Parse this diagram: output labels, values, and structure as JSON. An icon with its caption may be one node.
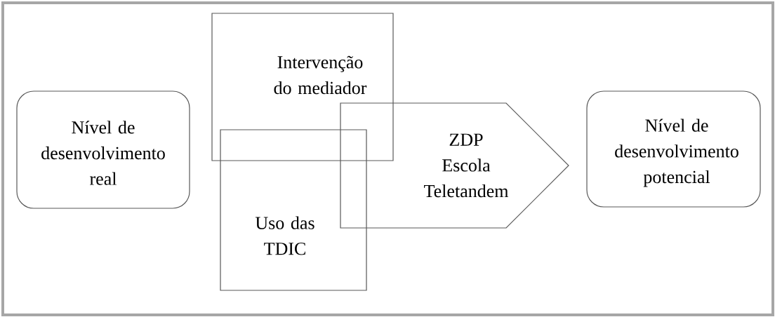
{
  "diagram": {
    "nodes": [
      {
        "text": [
          "Nível de desenvolvimento real"
        ]
      },
      {
        "text": [
          "Intervenção do mediador"
        ]
      },
      {
        "text": [
          "Uso das TDIC"
        ]
      },
      {
        "text": [
          "ZDP",
          "Escola",
          "Teletandem"
        ]
      },
      {
        "text": [
          "Nível de desenvolvimento potencial"
        ]
      }
    ]
  }
}
